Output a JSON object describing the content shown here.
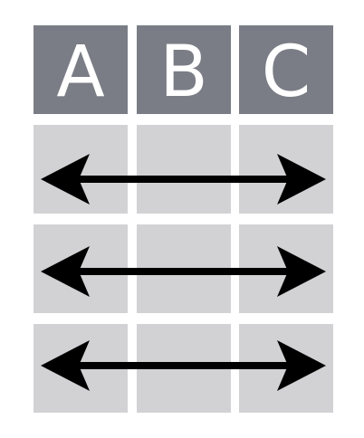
{
  "header": {
    "columns": [
      "A",
      "B",
      "C"
    ]
  },
  "rows": [
    {
      "arrow": "double-headed-horizontal-arrow"
    },
    {
      "arrow": "double-headed-horizontal-arrow"
    },
    {
      "arrow": "double-headed-horizontal-arrow"
    }
  ],
  "colors": {
    "header_fill": "#7a7d85",
    "body_fill": "#d2d2d4",
    "arrow": "#000000",
    "header_text": "#ffffff"
  }
}
